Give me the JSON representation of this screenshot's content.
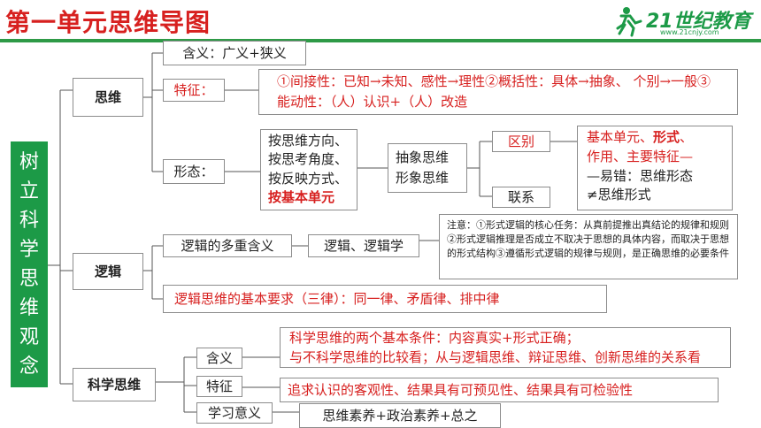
{
  "title": "第一单元思维导图",
  "logo": {
    "main": "21世纪教育",
    "sub": "www.21cnjy.com"
  },
  "root": "树立科学思维观念",
  "colors": {
    "red": "#d7201f",
    "green": "#1c9a47"
  },
  "b1": {
    "label": "思维",
    "meaning": "含义：广义+狭义",
    "feature_label": "特征：",
    "feature_text": "①间接性：已知→未知、感性→理性②概括性：具体→抽象、 个别→一般③能动性：（人）认识+（人）改造",
    "form_label": "形态：",
    "divide": {
      "l1": "按思维方向、",
      "l2": "按思考角度、",
      "l3": "按反映方式、",
      "l4": "按基本单元"
    },
    "types": {
      "l1": "抽象思维",
      "l2": "形象思维"
    },
    "dist": "区别",
    "link": "联系",
    "dist_detail": {
      "l1a": "基本单元、",
      "l1b": "形式",
      "l1c": "、",
      "l2": "作用、主要特征—",
      "l3": "—易错：思维形态",
      "l4": "≠思维形式"
    }
  },
  "b2": {
    "label": "逻辑",
    "multi": "逻辑的多重含义",
    "logic_sci": "逻辑、逻辑学",
    "note": "注意：①形式逻辑的核心任务：从真前提推出真结论的规律和规则②形式逻辑推理是否成立不取决于思想的具体内容，而取决于思想的形式结构③遵循形式逻辑的规律与规则，是正确思维的必要条件",
    "basic": "逻辑思维的基本要求（三律）：同一律、矛盾律、排中律"
  },
  "b3": {
    "label": "科学思维",
    "meaning": "含义",
    "meaning_l1": "科学思维的两个基本条件：内容真实+形式正确；",
    "meaning_l2": "与不科学思维的比较看；从与逻辑思维、辩证思维、创新思维的关系看",
    "feature": "特征",
    "feature_text": "追求认识的客观性、结果具有可预见性、结果具有可检验性",
    "sig": "学习意义",
    "sig_text": "思维素养+政治素养+总之"
  }
}
